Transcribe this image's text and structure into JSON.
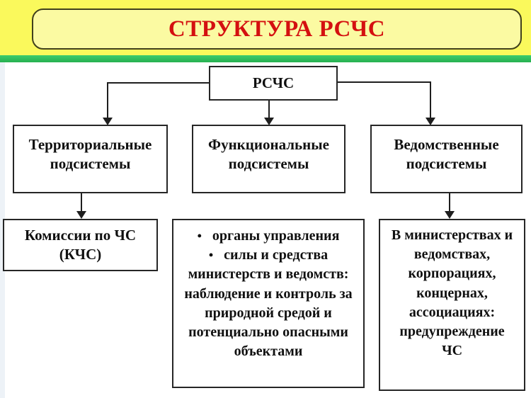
{
  "title": "СТРУКТУРА РСЧС",
  "bullet_glyph": "•",
  "diagram": {
    "root": "РСЧС",
    "branches": [
      {
        "label": "Территориальные подсистемы"
      },
      {
        "label": "Функциональные подсистемы"
      },
      {
        "label": "Ведомственные подсистемы"
      }
    ],
    "details": {
      "territorial": "Комиссии по ЧС (КЧС)",
      "functional_bullets": [
        "органы управления",
        "силы и средства министерств и ведомств: наблюдение и контроль за природной средой и потенциально опасными объектами"
      ],
      "departmental": "В министерствах и ведомствах, корпорациях, концернах, ассоциациях: предупреждение ЧС"
    }
  },
  "colors": {
    "header_band": "#FAF95C",
    "header_box_fill": "#FBFAA2",
    "header_box_border": "#41411C",
    "title_red": "#D41010",
    "green_bar": "#2BB757",
    "box_border": "#262626",
    "connector": "#1E1E1E"
  }
}
